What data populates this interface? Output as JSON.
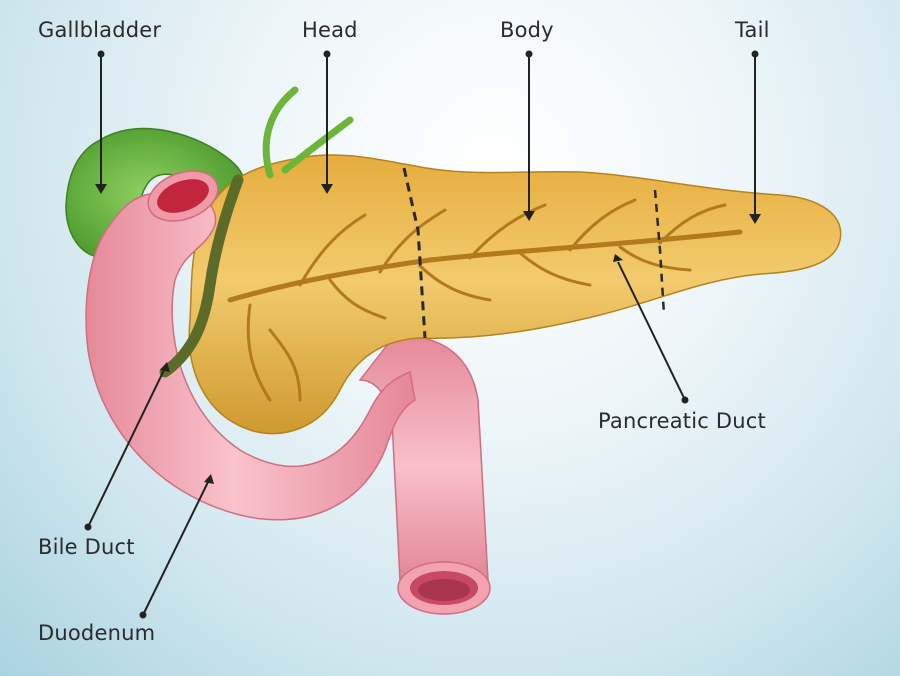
{
  "labels": {
    "gallbladder": "Gallbladder",
    "head": "Head",
    "body": "Body",
    "tail": "Tail",
    "pancreatic_duct": "Pancreatic Duct",
    "bile_duct": "Bile Duct",
    "duodenum": "Duodenum"
  },
  "colors": {
    "pancreas": "#d9a63a",
    "pancreas_light": "#f0c768",
    "duct_vessel": "#b27a1c",
    "duodenum": "#f4a6b3",
    "duodenum_dark": "#d9607a",
    "gallbladder": "#5fae3a",
    "bile_duct": "#5d6b2a",
    "leader_line": "#222222"
  }
}
